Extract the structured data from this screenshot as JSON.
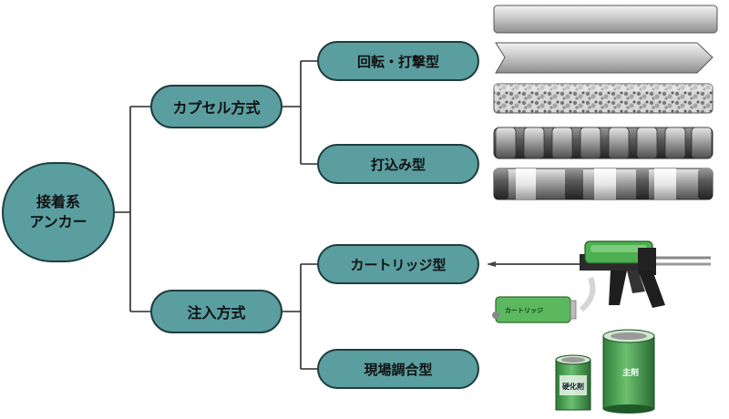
{
  "root": {
    "line1": "接着系",
    "line2": "アンカー"
  },
  "branches": [
    {
      "label": "カプセル方式",
      "children": [
        {
          "label": "回転・打撃型"
        },
        {
          "label": "打込み型"
        }
      ]
    },
    {
      "label": "注入方式",
      "children": [
        {
          "label": "カートリッジ型"
        },
        {
          "label": "現場調合型"
        }
      ]
    }
  ],
  "product_labels": {
    "cartridge": "カートリッジ",
    "hardener": "硬化剤",
    "main_agent": "主剤"
  },
  "colors": {
    "node_fill": "#5a9ea0",
    "node_border": "#1e3d3e",
    "can_green": "#3e9a4a"
  }
}
